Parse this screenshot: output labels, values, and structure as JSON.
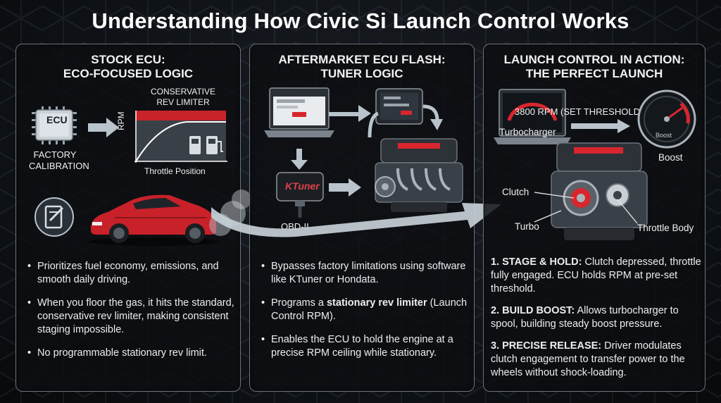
{
  "title": "Understanding How Civic Si Launch Control Works",
  "panels": [
    {
      "heading_line1": "STOCK ECU:",
      "heading_line2": "ECO-FOCUSED LOGIC",
      "ecu_label": "ECU",
      "factory_line1": "FACTORY",
      "factory_line2": "CALIBRATION",
      "chart_caption_line1": "CONSERVATIVE",
      "chart_caption_line2": "REV LIMITER",
      "chart_ylabel": "RPM",
      "chart_xlabel": "Throttle Position",
      "bullets": [
        "Prioritizes fuel economy, emissions, and smooth daily driving.",
        "When you floor the gas, it hits the standard, conservative rev limiter, making consistent staging impossible.",
        "No programmable stationary rev limit."
      ]
    },
    {
      "heading_line1": "AFTERMARKET ECU FLASH:",
      "heading_line2": "TUNER LOGIC",
      "device_label": "KTuner",
      "port_label": "OBD-II",
      "bullet1": "Bypasses factory limitations using software like KTuner or Hondata.",
      "bullet2_pre": "Programs a ",
      "bullet2_bold": "stationary rev limiter",
      "bullet2_post": " (Launch Control RPM).",
      "bullet3": "Enables the ECU to hold the engine at a precise RPM ceiling while stationary."
    },
    {
      "heading_line1": "LAUNCH CONTROL IN ACTION:",
      "heading_line2": "THE PERFECT LAUNCH",
      "threshold_label": "3800 RPM (SET THRESHOLD)",
      "turbocharger_label": "Turbocharger",
      "boost_label": "Boost",
      "gauge_label": "Boost",
      "clutch_label": "Clutch",
      "turbo_label": "Turbo",
      "throttle_body_label": "Throttle Body",
      "steps": [
        {
          "title": "1. STAGE & HOLD:",
          "text": " Clutch depressed, throttle fully engaged. ECU holds RPM at pre-set threshold."
        },
        {
          "title": "2. BUILD BOOST:",
          "text": " Allows turbocharger to spool, building steady boost pressure."
        },
        {
          "title": "3. PRECISE RELEASE:",
          "text": " Driver modulates clutch engagement to transfer power to the wheels without shock-loading."
        }
      ]
    }
  ],
  "colors": {
    "accent_red": "#d9262e",
    "panel_border": "#6d747c",
    "arrow": "#b8c3cc"
  }
}
